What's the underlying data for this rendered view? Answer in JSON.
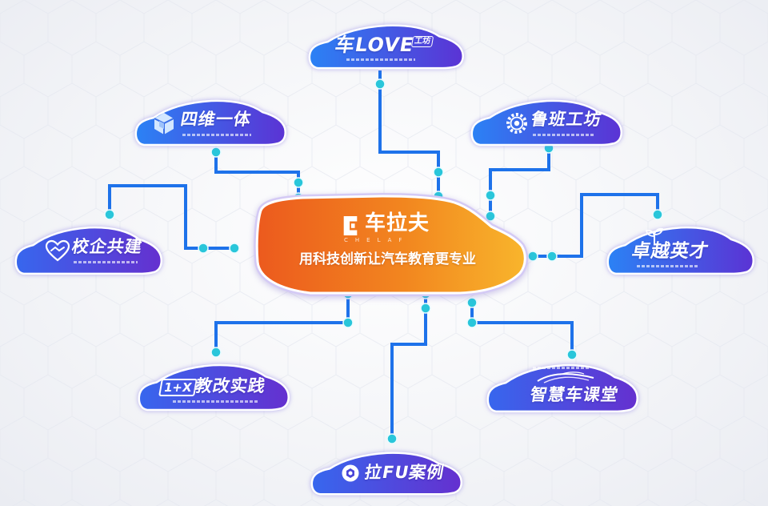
{
  "center": {
    "brand": "车拉夫",
    "brand_latin": "CHELAF",
    "slogan": "用科技创新让汽车教育更专业",
    "logo_icon": "chelaf-bracket-logo-icon"
  },
  "badges": {
    "love": {
      "title_prefix": "车LOVE",
      "title_box": "工坊"
    },
    "siwei": {
      "title": "四维一体",
      "icon": "cube-icon"
    },
    "luban": {
      "title": "鲁班工坊",
      "icon": "gear-icon"
    },
    "xiaoqi": {
      "title": "校企共建",
      "icon": "heart-handshake-icon"
    },
    "zhuoyue": {
      "title": "卓越英才",
      "icon": "sprout-icon"
    },
    "onex": {
      "title_box": "1+X",
      "title": "教改实践"
    },
    "zhihui": {
      "title": "智慧车课堂",
      "icon": "car-swoosh-icon"
    },
    "lafu": {
      "title": "拉FU案例",
      "icon": "lafu-emblem-icon"
    }
  },
  "colors": {
    "line": "#1e72ea",
    "dot": "#29c6da",
    "badge_blue": "#2b82f5",
    "badge_purple": "#5b33d4",
    "center_orange": "#ec5a1e",
    "center_yellow": "#f8b52c"
  }
}
